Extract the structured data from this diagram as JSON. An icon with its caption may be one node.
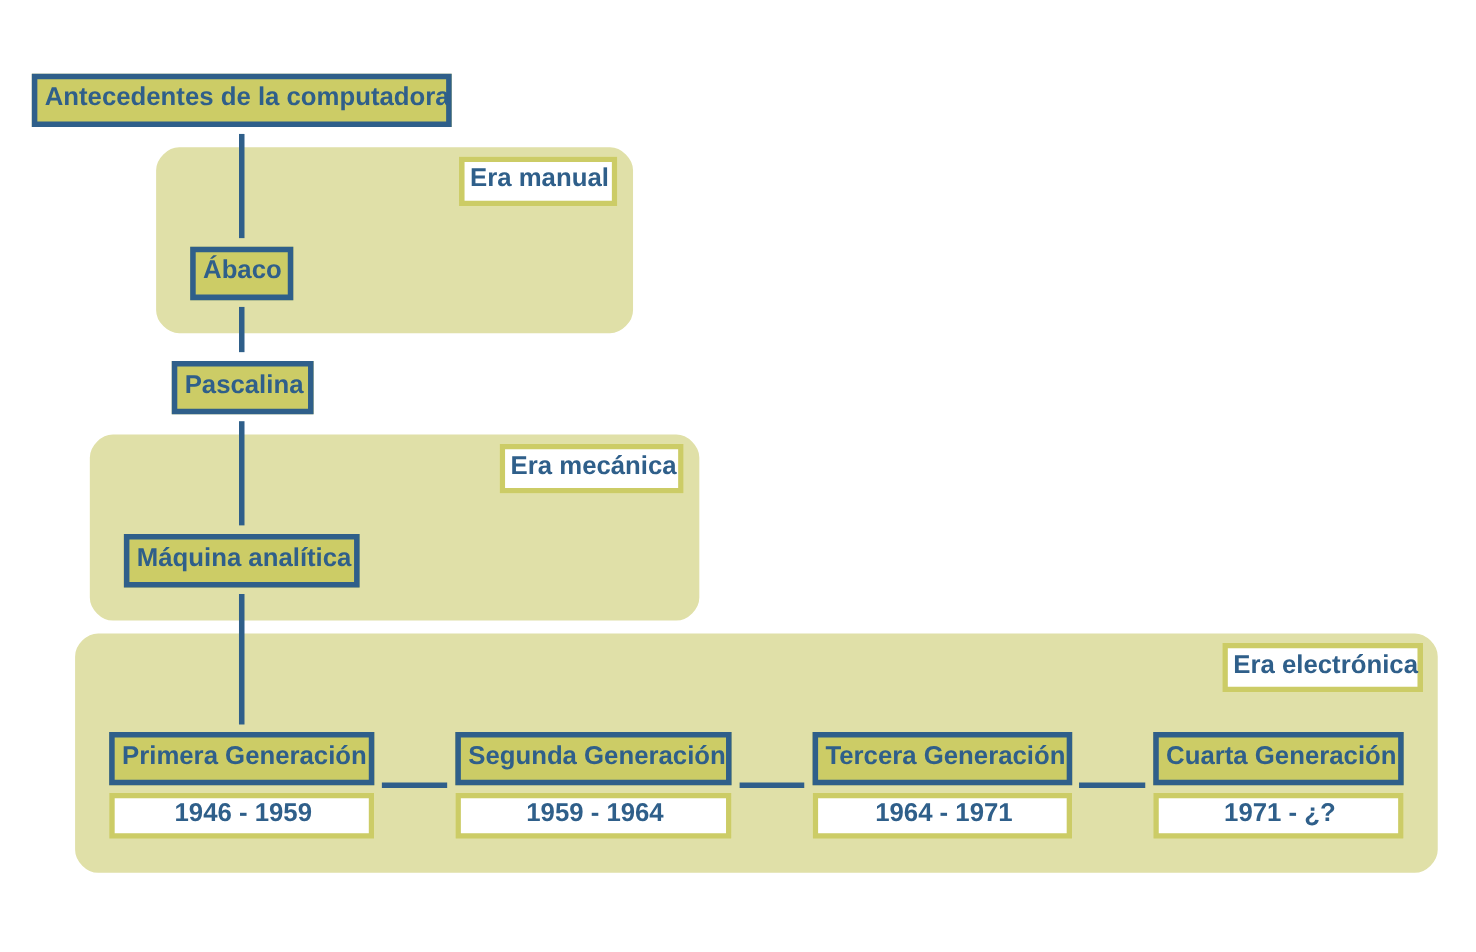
{
  "diagram": {
    "nodes": [
      {
        "text": [
          "Antecedentes de la computadora"
        ]
      },
      {
        "text": [
          "Era manual"
        ]
      },
      {
        "text": [
          "Ábaco"
        ],
        "in": 1
      },
      {
        "text": [
          "Era mecánica"
        ]
      },
      {
        "text": [
          "Pascalina"
        ]
      },
      {
        "text": [
          "Máquina analítica"
        ],
        "in": 3
      },
      {
        "text": [
          "Era electrónica"
        ]
      },
      {
        "text": [
          "Primera Generación"
        ],
        "in": 6,
        "beside": [
          "1946 - 1959"
        ]
      },
      {
        "text": [
          "Segunda Generación"
        ],
        "in": 6,
        "beside": [
          "1959 - 1964"
        ]
      },
      {
        "text": [
          "Tercera Generación"
        ],
        "in": 6,
        "beside": [
          "1964 - 1971"
        ]
      },
      {
        "text": [
          "Cuarta Generación"
        ],
        "in": 6,
        "beside": [
          "1971 - ¿?"
        ]
      }
    ],
    "edges": [
      {
        "from": 0,
        "to": 2,
        "arrow": "none"
      },
      {
        "from": 2,
        "to": 4,
        "arrow": "none"
      },
      {
        "from": 4,
        "to": 5,
        "arrow": "none"
      },
      {
        "from": 5,
        "to": 7,
        "arrow": "none"
      },
      {
        "from": 7,
        "to": 8,
        "arrow": "none"
      },
      {
        "from": 8,
        "to": 9,
        "arrow": "none"
      },
      {
        "from": 9,
        "to": 10,
        "arrow": "none"
      }
    ]
  }
}
